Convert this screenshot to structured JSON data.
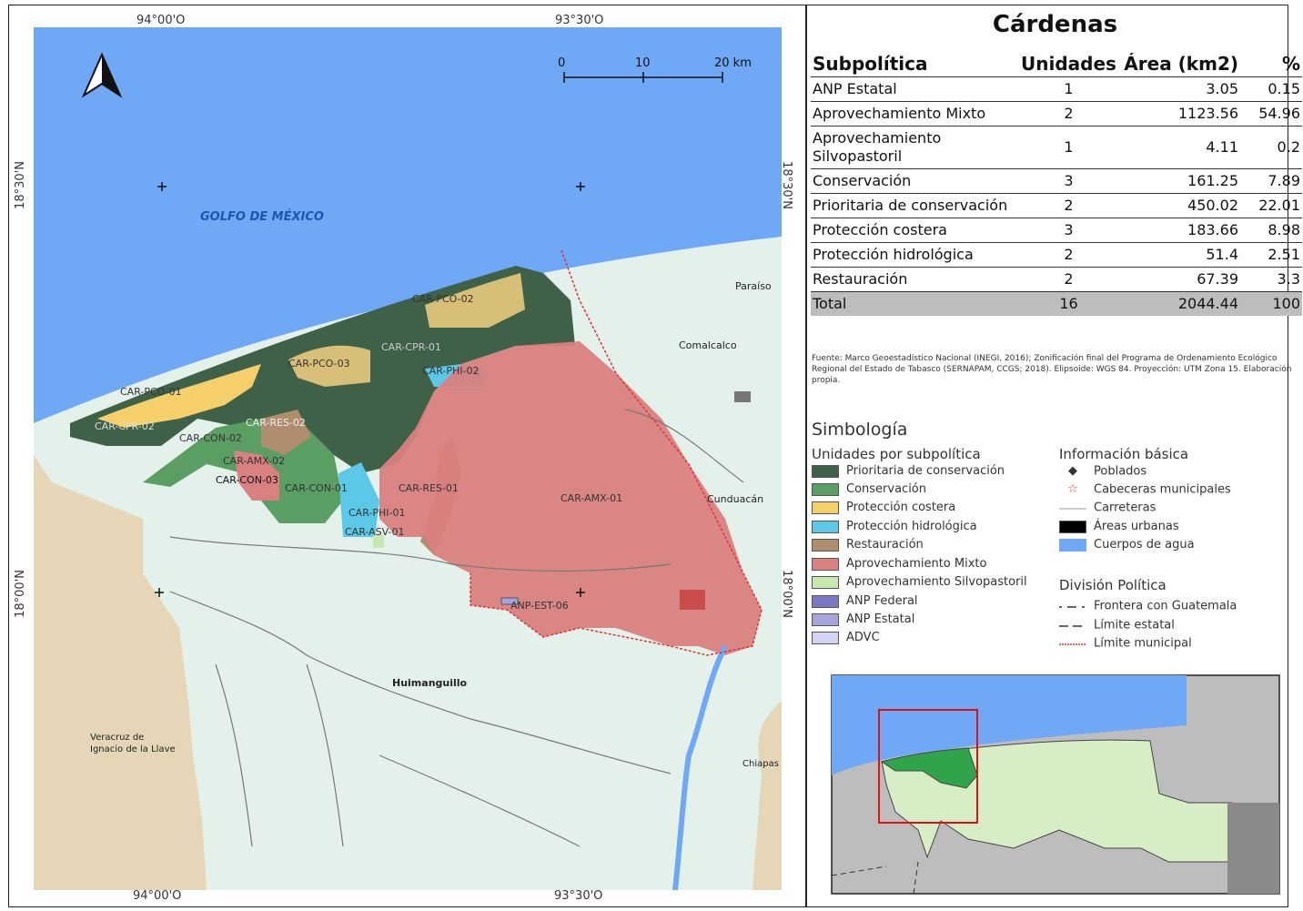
{
  "map": {
    "coords": {
      "top_left": "94°00'O",
      "top_right": "93°30'O",
      "bottom_left": "94°00'O",
      "bottom_right": "93°30'O",
      "left_top": "18°30'N",
      "left_bottom": "18°00'N",
      "right_top": "18°30'N",
      "right_bottom": "18°00'N"
    },
    "scale": {
      "labels": [
        "0",
        "10",
        "20 km"
      ]
    },
    "sea_label": "GOLFO DE MÉXICO",
    "towns": {
      "paraiso": "Paraíso",
      "comalcalco": "Comalcalco",
      "cunduacan": "Cunduacán",
      "huimanguillo": "Huimanguillo",
      "veracruz_1": "Veracruz de",
      "veracruz_2": "Ignacio de la Llave",
      "chiapas": "Chiapas"
    },
    "units": [
      "CAR-PCO-02",
      "CAR-CPR-01",
      "CAR-PCO-03",
      "CAR-PHI-02",
      "CAR-PCO-01",
      "CAR-CPR-02",
      "CAR-RES-02",
      "CAR-CON-02",
      "CAR-AMX-02",
      "CAR-CON-03",
      "CAR-CON-01",
      "CAR-RES-01",
      "CAR-AMX-01",
      "CAR-PHI-01",
      "CAR-ASV-01",
      "ANP-EST-06"
    ],
    "colors": {
      "sea": "#6fa8f5",
      "land": "#e3f1ea",
      "outside": "#e6d6b8",
      "prioritaria": "#3e6148",
      "conservacion": "#5a9e63",
      "costera": "#f5cf6a",
      "hidrologica": "#5bc8e8",
      "restauracion": "#b08d6d",
      "mixto": "#d98080",
      "silvopastoril": "#c8e8b0"
    }
  },
  "panel": {
    "title": "Cárdenas",
    "table": {
      "headers": [
        "Subpolítica",
        "Unidades",
        "Área (km2)",
        "%"
      ],
      "rows": [
        [
          "ANP Estatal",
          "1",
          "3.05",
          "0.15"
        ],
        [
          "Aprovechamiento Mixto",
          "2",
          "1123.56",
          "54.96"
        ],
        [
          "Aprovechamiento Silvopastoril",
          "1",
          "4.11",
          "0.2"
        ],
        [
          "Conservación",
          "3",
          "161.25",
          "7.89"
        ],
        [
          "Prioritaria de conservación",
          "2",
          "450.02",
          "22.01"
        ],
        [
          "Protección costera",
          "3",
          "183.66",
          "8.98"
        ],
        [
          "Protección hidrológica",
          "2",
          "51.4",
          "2.51"
        ],
        [
          "Restauración",
          "2",
          "67.39",
          "3.3"
        ]
      ],
      "total": [
        "Total",
        "16",
        "2044.44",
        "100"
      ]
    },
    "source": "Fuente: Marco Geoestadístico Nacional (INEGI, 2016); Zonificación final del Programa de Ordenamiento Ecológico Regional del Estado de Tabasco (SERNAPAM, CCGS; 2018). Elipsoide: WGS 84. Proyección: UTM Zona 15. Elaboración propia.",
    "legend": {
      "title": "Simbología",
      "units_title": "Unidades por subpolítica",
      "units": [
        {
          "label": "Prioritaria de conservación",
          "color": "#3e6148"
        },
        {
          "label": "Conservación",
          "color": "#5a9e63"
        },
        {
          "label": "Protección costera",
          "color": "#f5cf6a"
        },
        {
          "label": "Protección hidrológica",
          "color": "#5bc8e8"
        },
        {
          "label": "Restauración",
          "color": "#b08d6d"
        },
        {
          "label": "Aprovechamiento Mixto",
          "color": "#d98080"
        },
        {
          "label": "Aprovechamiento Silvopastoril",
          "color": "#c8e8b0"
        },
        {
          "label": "ANP Federal",
          "color": "#7b78c4"
        },
        {
          "label": "ANP Estatal",
          "color": "#a7a3dd"
        },
        {
          "label": "ADVC",
          "color": "#d3d3f4"
        }
      ],
      "basic_title": "Información básica",
      "basic": {
        "poblados": "Poblados",
        "cabeceras": "Cabeceras municipales",
        "carreteras": "Carreteras",
        "urbanas": "Áreas urbanas",
        "agua": "Cuerpos de agua"
      },
      "division_title": "División Política",
      "division": {
        "guatemala": "Frontera con Guatemala",
        "estatal": "Límite estatal",
        "municipal": "Límite municipal"
      }
    }
  }
}
